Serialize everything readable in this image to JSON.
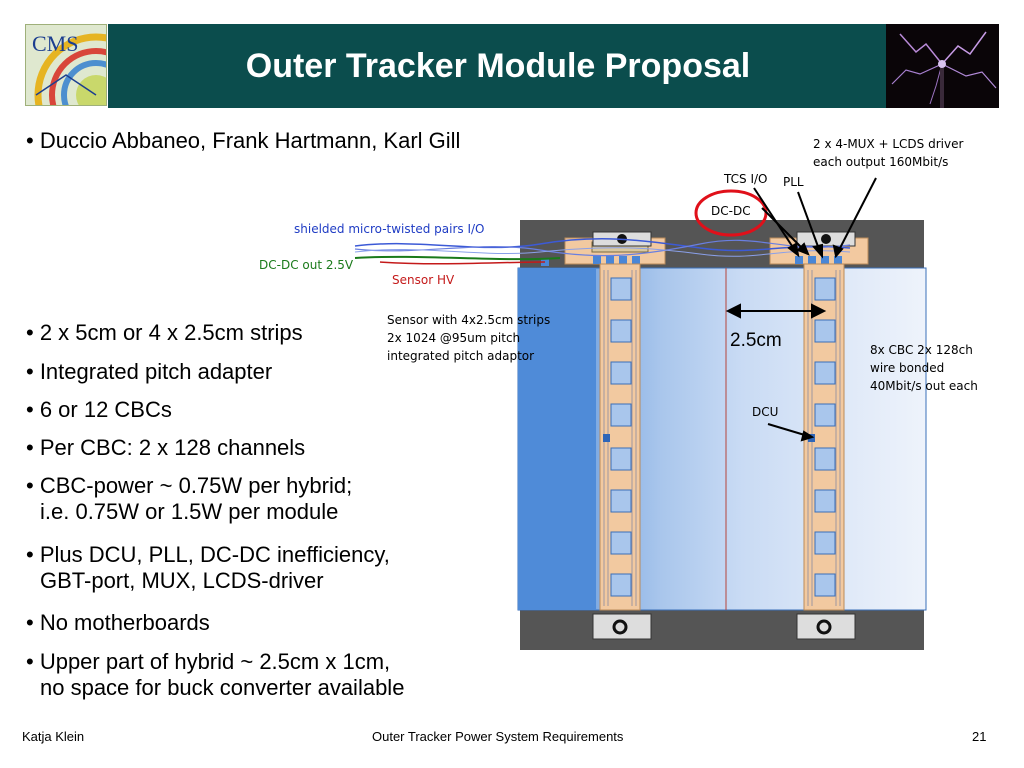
{
  "slide": {
    "title": "Outer Tracker Module Proposal",
    "logo_text": "CMS",
    "authors": "• Duccio Abbaneo, Frank Hartmann, Karl Gill",
    "bullets": [
      {
        "line1": "• 2 x 5cm or 4 x 2.5cm strips"
      },
      {
        "line1": "• Integrated pitch adapter"
      },
      {
        "line1": "• 6 or 12 CBCs"
      },
      {
        "line1": "• Per CBC: 2 x 128 channels"
      },
      {
        "line1": "• CBC-power ~ 0.75W per hybrid;",
        "line2": "i.e. 0.75W or 1.5W per module"
      },
      {
        "line1": "• Plus DCU, PLL, DC-DC inefficiency,",
        "line2": "GBT-port, MUX, LCDS-driver"
      },
      {
        "line1": "• No motherboards"
      },
      {
        "line1": "• Upper part of hybrid ~ 2.5cm x 1cm,",
        "line2": "no space for buck converter available"
      }
    ]
  },
  "diagram": {
    "mux_note_line1": "2 x 4-MUX + LCDS driver",
    "mux_note_line2": "each output 160Mbit/s",
    "tcs_io": "TCS I/O",
    "pll": "PLL",
    "dcdc": "DC-DC",
    "shielded_pairs": "shielded micro-twisted pairs I/O",
    "dcdc_out": "DC-DC out 2.5V",
    "sensor_hv": "Sensor HV",
    "sensor_line1": "Sensor with 4x2.5cm strips",
    "sensor_line2": "2x 1024 @95um pitch",
    "sensor_line3": "integrated pitch adaptor",
    "pitch_label": "2.5cm",
    "cbc_line1": "8x CBC 2x 128ch",
    "cbc_line2": "wire bonded",
    "cbc_line3": "40Mbit/s out each",
    "dcu": "DCU"
  },
  "footer": {
    "author": "Katja Klein",
    "talk": "Outer Tracker Power System Requirements",
    "page": "21"
  },
  "colors": {
    "header_band": "#0b4d4d",
    "hybrid": "#f2c9a0",
    "sensor_blue": "#4a86d6",
    "frame": "#555555",
    "dcdc_circle": "#e0101a"
  }
}
